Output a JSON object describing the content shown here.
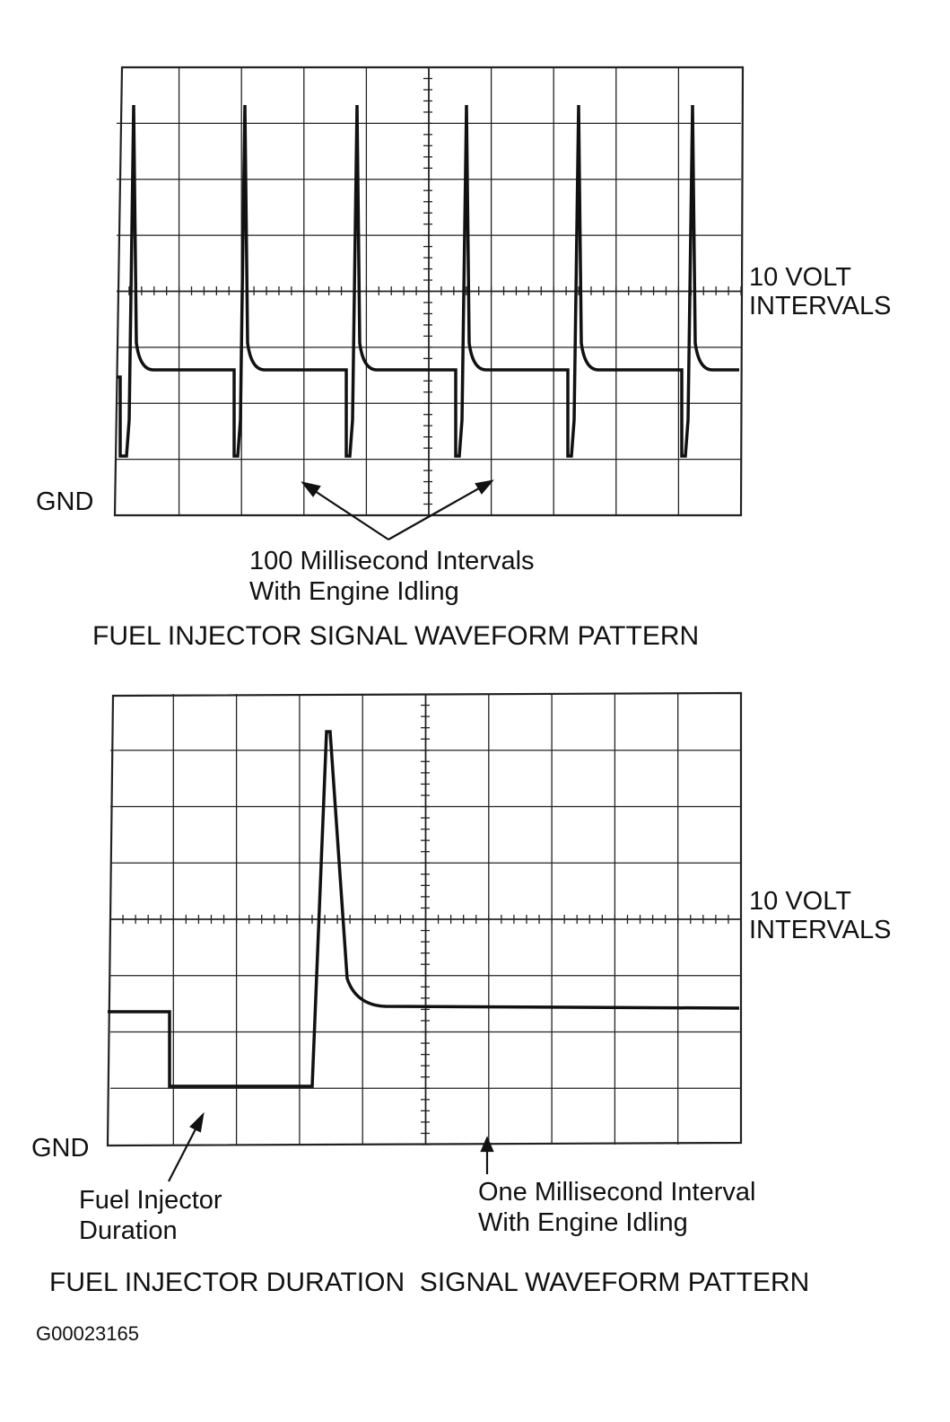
{
  "top_scope": {
    "vertical_scale_label": [
      "10 VOLT",
      "INTERVALS"
    ],
    "ground_label": "GND",
    "time_annotation": [
      "100 Millisecond Intervals",
      "With Engine Idling"
    ],
    "caption": "FUEL INJECTOR SIGNAL WAVEFORM PATTERN"
  },
  "bottom_scope": {
    "vertical_scale_label": [
      "10 VOLT",
      "INTERVALS"
    ],
    "ground_label": "GND",
    "duration_annotation": [
      "Fuel Injector",
      "Duration"
    ],
    "time_annotation": [
      "One Millisecond Interval",
      "With Engine Idling"
    ],
    "caption": "FUEL INJECTOR DURATION  SIGNAL WAVEFORM PATTERN"
  },
  "figure_id": "G00023165",
  "colors": {
    "ink": "#111111",
    "background": "#ffffff"
  }
}
